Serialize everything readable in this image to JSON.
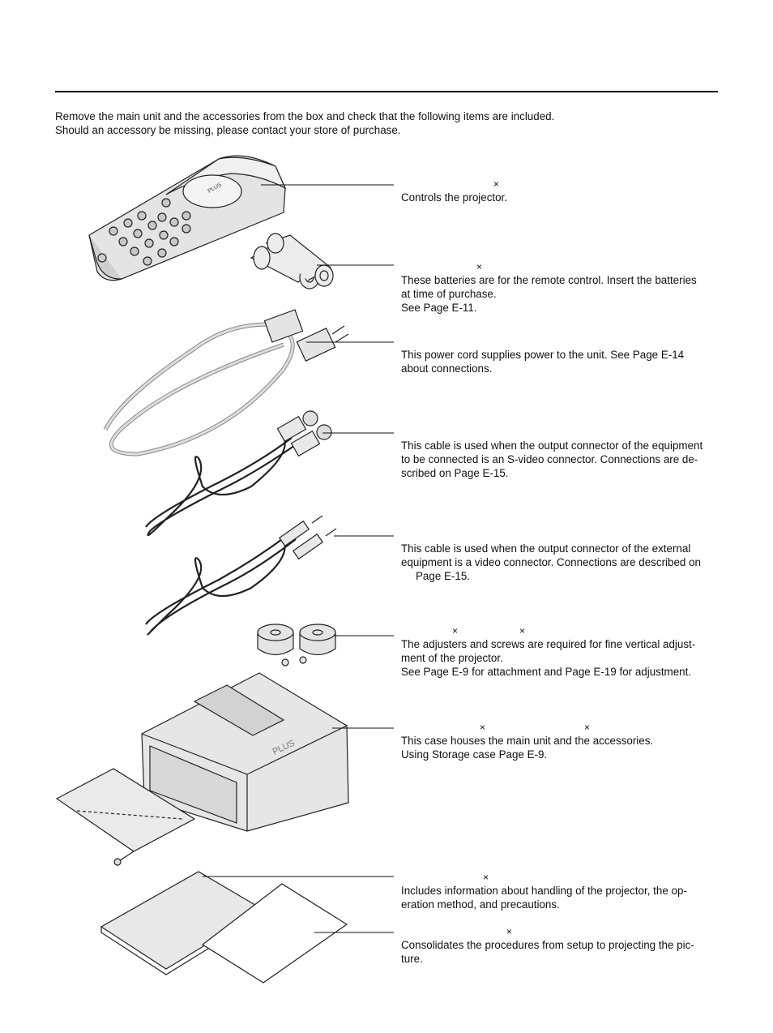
{
  "intro": {
    "line1": "Remove the main unit and the accessories from the box and check that the following items are included.",
    "line2": "Should an accessory be missing, please contact your store of purchase."
  },
  "items": [
    {
      "id": "remote",
      "mark": "×",
      "lines": [
        "Controls the projector."
      ]
    },
    {
      "id": "batteries",
      "mark": "×",
      "lines": [
        "These batteries are for the remote control. Insert the batteries",
        "at time of purchase.",
        "See     Page E-11."
      ]
    },
    {
      "id": "power-cord",
      "lines": [
        "This power cord supplies power to the unit. See      Page E-14",
        "about connections."
      ]
    },
    {
      "id": "svideo-cable",
      "lines": [
        "This cable is used when the output connector of the equipment",
        "to be connected is an S-video connector. Connections are de-",
        "scribed on      Page E-15."
      ]
    },
    {
      "id": "video-cable",
      "lines": [
        "This cable is used when the output connector of the external",
        "equipment is a video connector. Connections are described on",
        "Page E-15."
      ]
    },
    {
      "id": "adjusters",
      "marks": [
        "×",
        "×"
      ],
      "lines": [
        "The adjusters and screws are required for fine vertical adjust-",
        "ment of the projector.",
        "See     Page E-9 for attachment and Page E-19 for adjustment."
      ]
    },
    {
      "id": "case",
      "marks": [
        "×",
        "×"
      ],
      "lines": [
        "This case houses the main unit and the accessories.",
        "Using Storage case      Page E-9."
      ]
    },
    {
      "id": "manual",
      "mark": "×",
      "lines": [
        "Includes information about handling of the projector, the op-",
        "eration method, and precautions."
      ]
    },
    {
      "id": "guide",
      "mark": "×",
      "lines": [
        "Consolidates the procedures from setup to projecting the pic-",
        "ture."
      ]
    }
  ],
  "logos": {
    "remote": "PLUS",
    "case": "PLUS"
  }
}
